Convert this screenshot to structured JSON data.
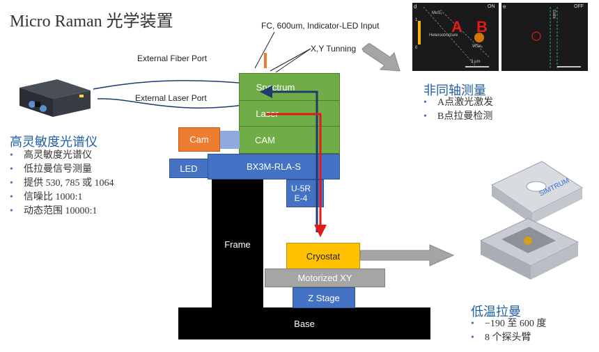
{
  "title": "Micro Raman 光学装置",
  "annotations": {
    "fc_port": "FC, 600um, Indicator-LED Input",
    "xy_tuning": "X,Y Tunning",
    "external_fiber_port": "External Fiber Port",
    "external_laser_port": "External Laser Port"
  },
  "boxes": {
    "spectrum": "Spectrum",
    "laser": "Laser",
    "cam_green": "CAM",
    "cam_orange": "Cam",
    "led": "LED",
    "bx3m": "BX3M-RLA-S",
    "u5re": "U-5RE-4",
    "frame": "Frame",
    "cryostat": "Cryostat",
    "motorized_xy": "Motorized XY",
    "z_stage": "Z Stage",
    "base": "Base"
  },
  "left_section": {
    "heading": "高灵敏度光谱仪",
    "items": [
      "高灵敏度光谱仪",
      "低拉曼信号测量",
      "提供 530, 785 或 1064",
      "信噪比 1000:1",
      "动态范围 10000:1"
    ]
  },
  "top_right_section": {
    "heading": "非同轴测量",
    "items": [
      "A点激光激发",
      "B点拉曼检测"
    ]
  },
  "bottom_right_section": {
    "heading": "低温拉曼",
    "items": [
      "−190 至 600 度",
      "8 个探头臂"
    ]
  },
  "micro_images": {
    "panel_d_label": "d",
    "panel_d_tag": "ON",
    "panel_e_label": "e",
    "panel_e_tag": "OFF",
    "point_a": "A",
    "point_b": "B",
    "mos2_label": "MoS₂",
    "hetero_label": "Heterostructure",
    "wse2_label": "WSe₂",
    "scale_label": "3 μm",
    "gate_label": "Gate",
    "colorbar_max": "1",
    "colorbar_min": "0"
  },
  "stage_logo": "SIMTRUM",
  "colors": {
    "green": "#70ad47",
    "blue": "#4472c4",
    "orange": "#ed7d31",
    "yellow": "#ffc000",
    "gray": "#a5a5a5",
    "heading_blue": "#1f5fa8",
    "arrow_red": "#e31a1a",
    "arrow_navy": "#1f3a6e"
  }
}
